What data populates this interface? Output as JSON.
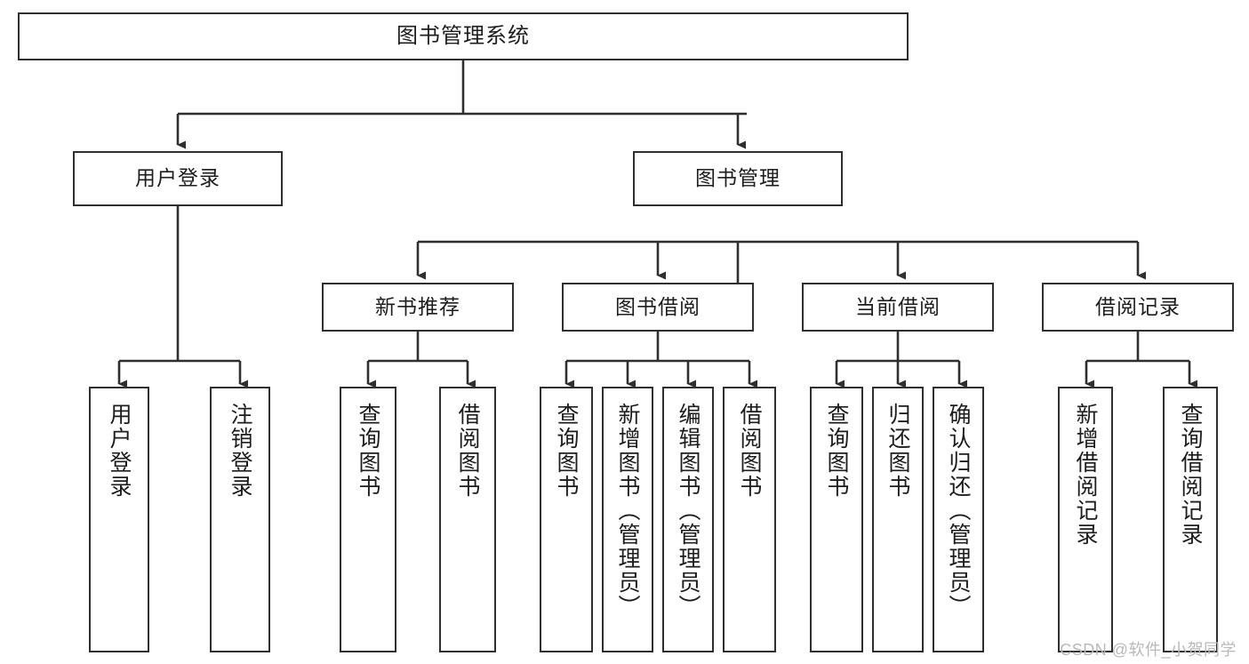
{
  "diagram": {
    "type": "tree",
    "title": "图书管理系统",
    "orientation": "top-down",
    "colors": {
      "box_border": "#2f2f2f",
      "box_fill": "#ffffff",
      "connector": "#2f2f2f",
      "text": "#1d1d1d",
      "watermark": "#b9b9b9",
      "background": "#ffffff"
    },
    "root": {
      "label": "图书管理系统"
    },
    "level2": [
      {
        "label": "用户登录"
      },
      {
        "label": "图书管理"
      }
    ],
    "level3": [
      {
        "label": "新书推荐"
      },
      {
        "label": "图书借阅"
      },
      {
        "label": "当前借阅"
      },
      {
        "label": "借阅记录"
      }
    ],
    "leaves": {
      "user_login": [
        {
          "label": "用户登录"
        },
        {
          "label": "注销登录"
        }
      ],
      "new_book_recommend": [
        {
          "label": "查询图书"
        },
        {
          "label": "借阅图书"
        }
      ],
      "book_borrow": [
        {
          "label": "查询图书"
        },
        {
          "label": "新增图书（管理员）"
        },
        {
          "label": "编辑图书（管理员）"
        },
        {
          "label": "借阅图书"
        }
      ],
      "current_borrow": [
        {
          "label": "查询图书"
        },
        {
          "label": "归还图书"
        },
        {
          "label": "确认归还（管理员）"
        }
      ],
      "borrow_record": [
        {
          "label": "新增借阅记录"
        },
        {
          "label": "查询借阅记录"
        }
      ]
    }
  },
  "watermark": {
    "text": "CSDN @软件_小贺同学"
  }
}
